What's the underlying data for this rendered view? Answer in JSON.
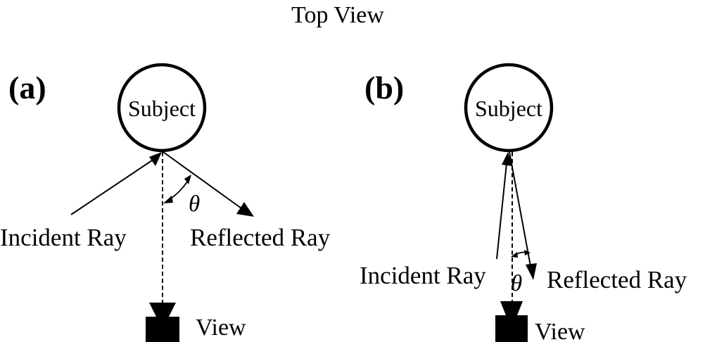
{
  "title": "Top View",
  "colors": {
    "ink": "#000000",
    "background": "#ffffff"
  },
  "panels": [
    {
      "id": "a",
      "label": "(a)",
      "subject_label": "Subject",
      "incident_label": "Incident Ray",
      "reflected_label": "Reflected Ray",
      "angle_symbol": "θ",
      "view_label": "View"
    },
    {
      "id": "b",
      "label": "(b)",
      "subject_label": "Subject",
      "incident_label": "Incident Ray",
      "reflected_label": "Reflected Ray",
      "angle_symbol": "θ",
      "view_label": "View"
    }
  ],
  "icons": {
    "camera": "camera-icon"
  }
}
